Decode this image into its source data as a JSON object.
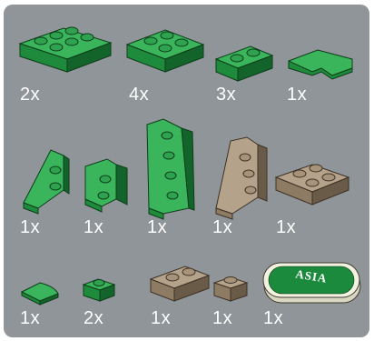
{
  "colors": {
    "panel": "#8f9598",
    "green_top": "#3bb55c",
    "green_side": "#1e8a3b",
    "green_dark": "#13642a",
    "tan_top": "#b5a28a",
    "tan_side": "#8e7b64",
    "tan_dark": "#6a5a48",
    "tile_white": "#f3f1df",
    "tile_green": "#1c8a3c",
    "quantity_text": "#ffffff"
  },
  "rows": [
    {
      "parts": [
        {
          "name": "green-plate-2x3",
          "quantity": "2x"
        },
        {
          "name": "green-plate-2x2",
          "quantity": "4x"
        },
        {
          "name": "green-plate-1x2",
          "quantity": "3x"
        },
        {
          "name": "green-corner-tile",
          "quantity": "1x"
        }
      ]
    },
    {
      "parts": [
        {
          "name": "green-wedge-plate-small",
          "quantity": "1x"
        },
        {
          "name": "green-slope-brick",
          "quantity": "1x"
        },
        {
          "name": "green-wedge-plate-long",
          "quantity": "1x"
        },
        {
          "name": "tan-wedge-plate",
          "quantity": "1x"
        },
        {
          "name": "tan-plate-2x2",
          "quantity": "1x"
        }
      ]
    },
    {
      "parts": [
        {
          "name": "green-quarter-round-tile",
          "quantity": "1x"
        },
        {
          "name": "green-plate-1x1",
          "quantity": "2x"
        },
        {
          "name": "tan-plate-1x2",
          "quantity": "1x"
        },
        {
          "name": "tan-plate-1x1",
          "quantity": "1x"
        },
        {
          "name": "asia-printed-tile",
          "quantity": "1x",
          "print": "ASIA"
        }
      ]
    }
  ]
}
